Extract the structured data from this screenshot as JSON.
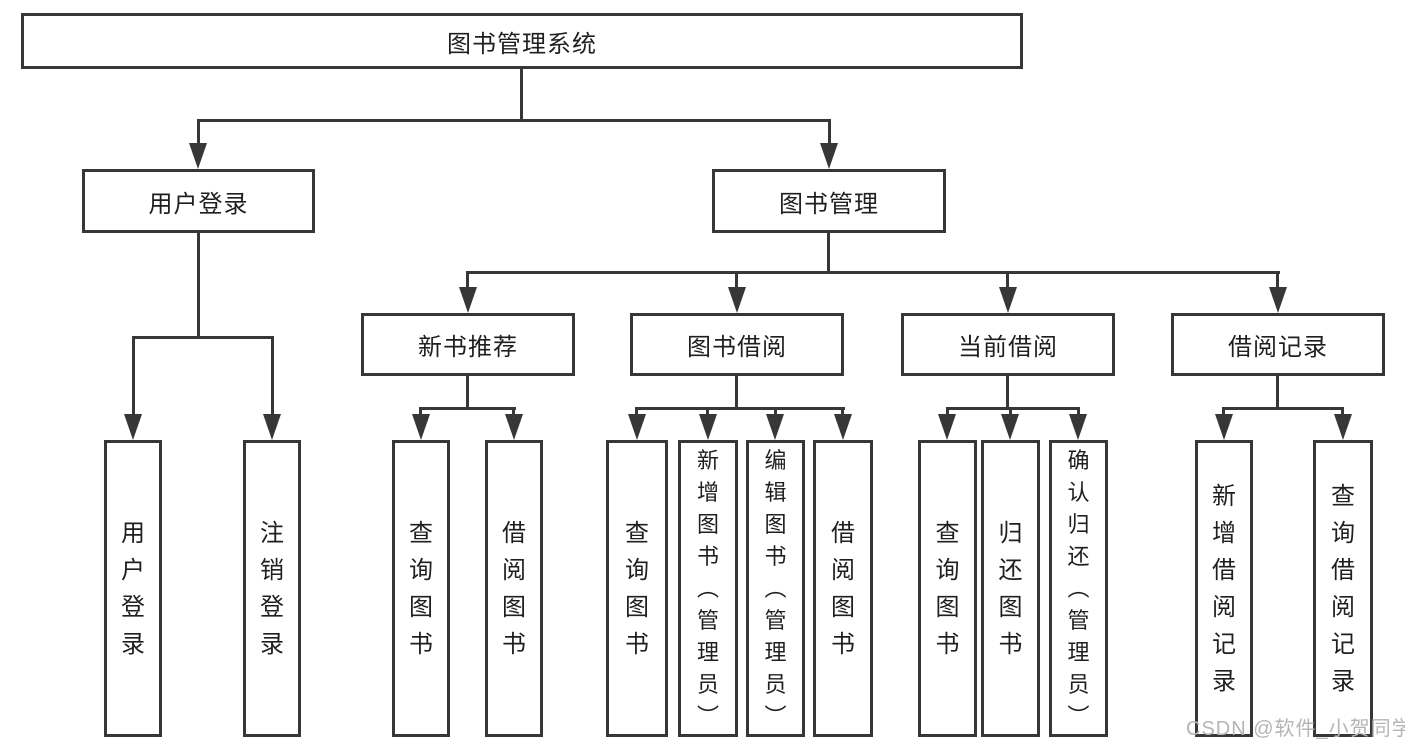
{
  "diagram": {
    "root": {
      "label": "图书管理系统"
    },
    "level2": [
      {
        "label": "用户登录"
      },
      {
        "label": "图书管理"
      }
    ],
    "level3": [
      {
        "label": "新书推荐"
      },
      {
        "label": "图书借阅"
      },
      {
        "label": "当前借阅"
      },
      {
        "label": "借阅记录"
      }
    ],
    "leaves": [
      {
        "label": "用户登录"
      },
      {
        "label": "注销登录"
      },
      {
        "label": "查询图书"
      },
      {
        "label": "借阅图书"
      },
      {
        "label": "查询图书"
      },
      {
        "label": "新增图书（管理员）"
      },
      {
        "label": "编辑图书（管理员）"
      },
      {
        "label": "借阅图书"
      },
      {
        "label": "查询图书"
      },
      {
        "label": "归还图书"
      },
      {
        "label": "确认归还（管理员）"
      },
      {
        "label": "新增借阅记录"
      },
      {
        "label": "查询借阅记录"
      }
    ]
  },
  "watermark": {
    "text": "CSDN @软件_小贺同学"
  },
  "colors": {
    "line": "#373737",
    "text": "#1f1f1f",
    "watermark": "#b5b5b5",
    "background": "#ffffff"
  }
}
